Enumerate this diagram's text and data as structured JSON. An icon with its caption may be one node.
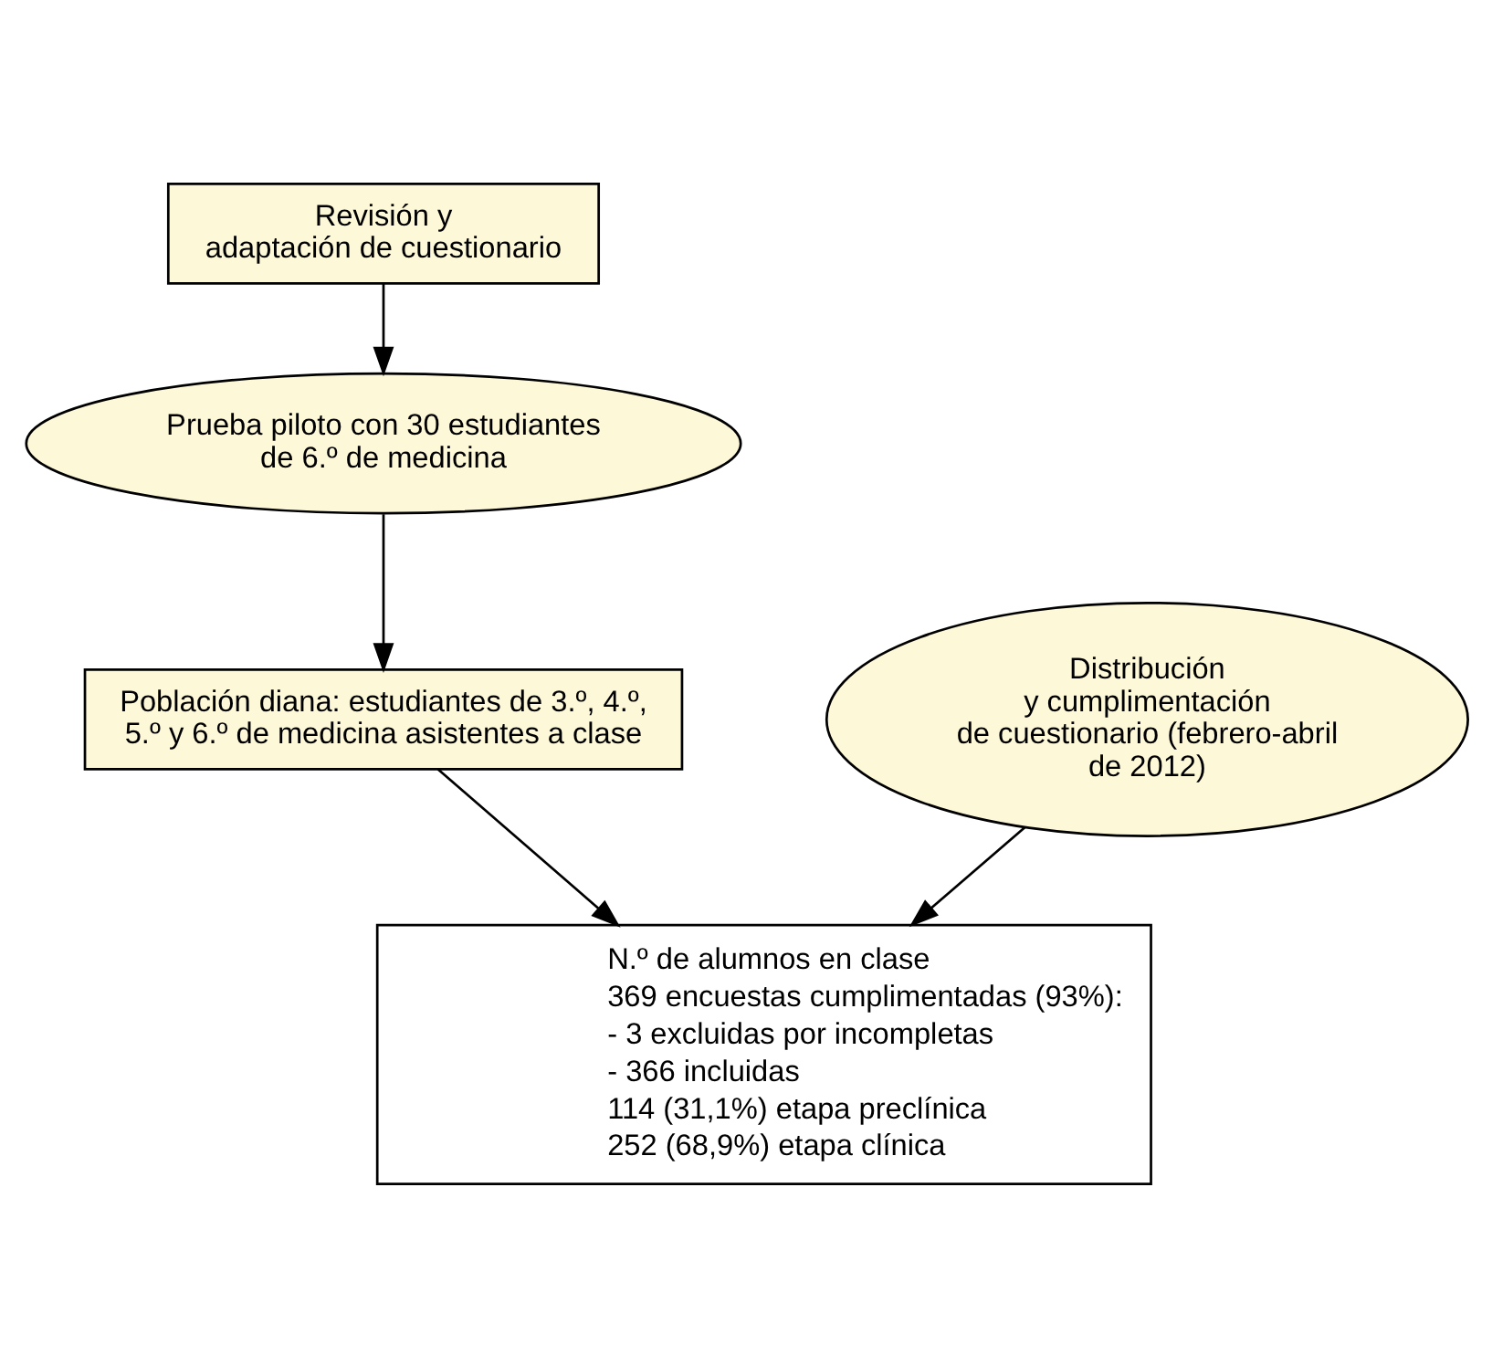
{
  "diagram": {
    "nodes": [
      {
        "text": [
          "Revisión y adaptación de cuestionario"
        ]
      },
      {
        "text": [
          "Prueba piloto con 30 estudiantes de 6.º de medicina"
        ]
      },
      {
        "text": [
          "Población diana: estudiantes de 3.º, 4.º, 5.º y 6.º de medicina asistentes a clase"
        ]
      },
      {
        "text": [
          "Distribución y cumplimentación de cuestionario (febrero-abril de 2012)"
        ]
      },
      {
        "text": [
          "N.º de alumnos en clase",
          "369 encuestas cumplimentadas (93%):",
          "- 3 excluidas por incompletas",
          "- 366 incluidas",
          "114 (31,1%) etapa preclínica",
          "252 (68,9%) etapa clínica"
        ]
      }
    ],
    "edges": [
      {
        "from": 0,
        "to": 1,
        "arrow": "to"
      },
      {
        "from": 1,
        "to": 2,
        "arrow": "to"
      },
      {
        "from": 2,
        "to": 4,
        "arrow": "to"
      },
      {
        "from": 3,
        "to": 4,
        "arrow": "to"
      }
    ]
  }
}
